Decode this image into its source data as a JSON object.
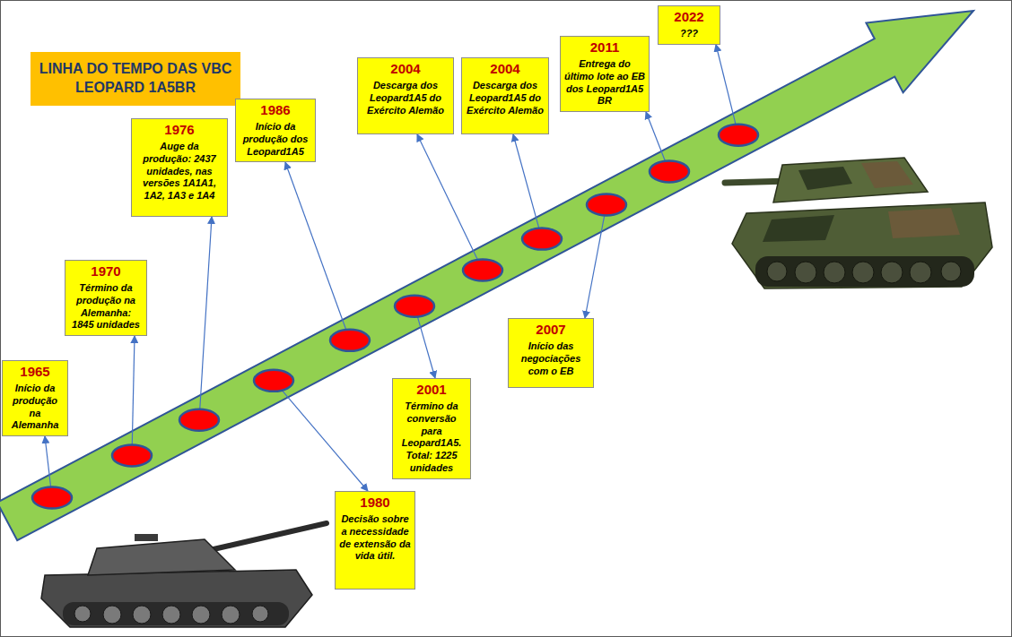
{
  "diagram": {
    "title": "LINHA DO TEMPO DAS VBC LEOPARD 1A5BR",
    "nodes": [
      {
        "text": [
          "1965",
          "Início da produção na Alemanha"
        ]
      },
      {
        "text": [
          "1970",
          "Término da produção na Alemanha: 1845 unidades"
        ]
      },
      {
        "text": [
          "1976",
          "Auge da produção: 2437 unidades, nas versões 1A1A1, 1A2, 1A3 e 1A4"
        ]
      },
      {
        "text": [
          "1980",
          "Decisão sobre a necessidade de extensão da vida útil."
        ]
      },
      {
        "text": [
          "1986",
          "Início da produção dos Leopard1A5"
        ]
      },
      {
        "text": [
          "2001",
          "Término da conversão para Leopard1A5. Total: 1225 unidades"
        ]
      },
      {
        "text": [
          "2004",
          "Descarga dos Leopard1A5 do Exército Alemão"
        ]
      },
      {
        "text": [
          "2004",
          "Descarga dos Leopard1A5 do Exército Alemão"
        ]
      },
      {
        "text": [
          "2007",
          "Início das negociações com o EB"
        ]
      },
      {
        "text": [
          "2011",
          "Entrega do último lote ao EB dos Leopard1A5 BR"
        ]
      },
      {
        "text": [
          "2022",
          "???"
        ]
      }
    ]
  }
}
